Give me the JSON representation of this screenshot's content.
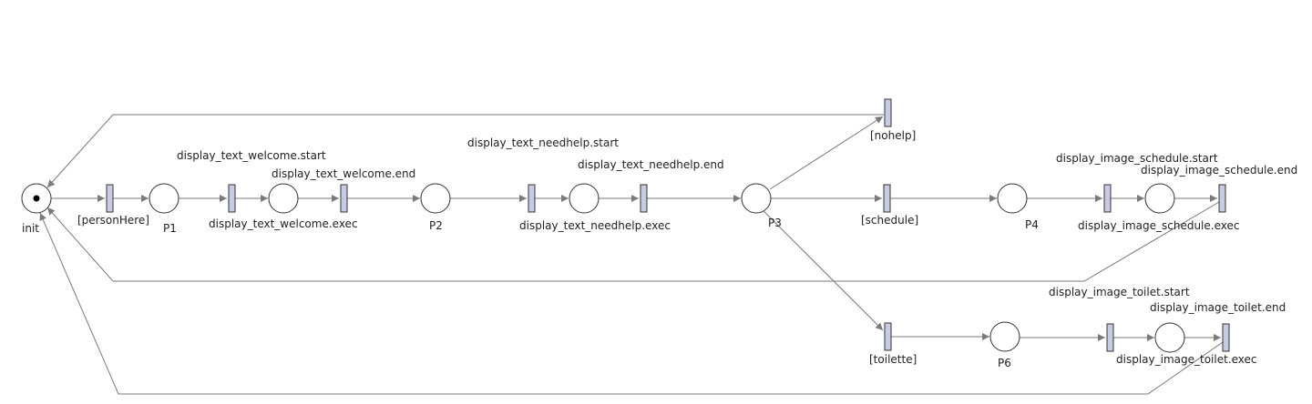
{
  "colors": {
    "transition_fill": "#c8cbe4",
    "arc": "#7a7a7a",
    "stroke": "#333333"
  },
  "places": {
    "init": "init",
    "p1": "P1",
    "p_welcome": "",
    "p2": "P2",
    "p_needhelp": "",
    "p3": "P3",
    "p4": "P4",
    "p_schedule": "",
    "p6": "P6",
    "p_toilet": ""
  },
  "init_tokens": 1,
  "transitions": {
    "personHere": "[personHere]",
    "welcome_start": "display_text_welcome.start",
    "welcome_end": "display_text_welcome.end",
    "welcome_exec": "display_text_welcome.exec",
    "needhelp_start": "display_text_needhelp.start",
    "needhelp_end": "display_text_needhelp.end",
    "needhelp_exec": "display_text_needhelp.exec",
    "nohelp": "[nohelp]",
    "schedule": "[schedule]",
    "schedule_img_start": "display_image_schedule.start",
    "schedule_img_end": "display_image_schedule.end",
    "schedule_img_exec": "display_image_schedule.exec",
    "toilette": "[toilette]",
    "toilet_img_start": "display_image_toilet.start",
    "toilet_img_end": "display_image_toilet.end",
    "toilet_img_exec": "display_image_toilet.exec"
  }
}
